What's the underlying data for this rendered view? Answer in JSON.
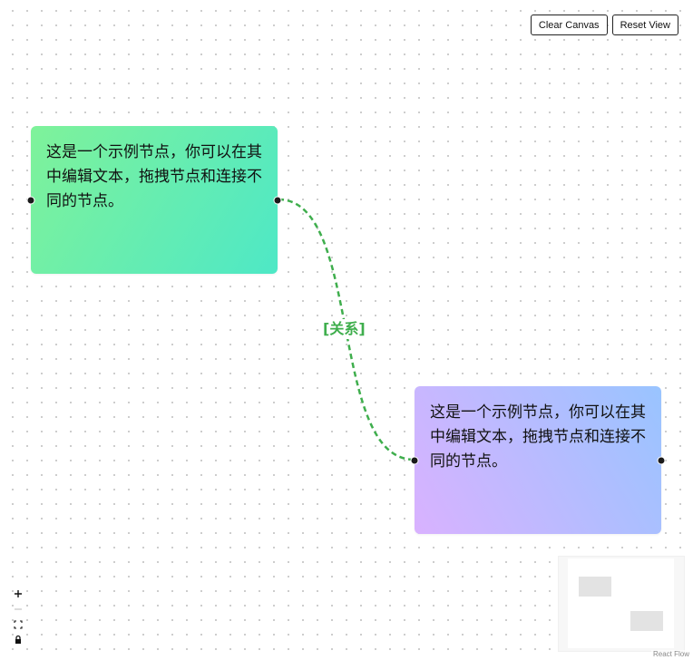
{
  "toolbar": {
    "clear_label": "Clear Canvas",
    "reset_label": "Reset View"
  },
  "nodes": [
    {
      "text": "这是一个示例节点，你可以在其中编辑文本，拖拽节点和连接不同的节点。",
      "gradient": [
        "#7ff29a",
        "#4ee8c6"
      ]
    },
    {
      "text": "这是一个示例节点，你可以在其中编辑文本，拖拽节点和连接不同的节点。",
      "gradient": [
        "#d9b2ff",
        "#99c4ff"
      ]
    }
  ],
  "edge": {
    "label": "[关系]",
    "color": "#3fae4d",
    "style": "dashed"
  },
  "controls": {
    "zoom_in_icon": "plus-icon",
    "zoom_out_icon": "minus-icon",
    "fit_view_icon": "fit-view-icon",
    "lock_icon": "lock-icon"
  },
  "attribution": "React Flow"
}
